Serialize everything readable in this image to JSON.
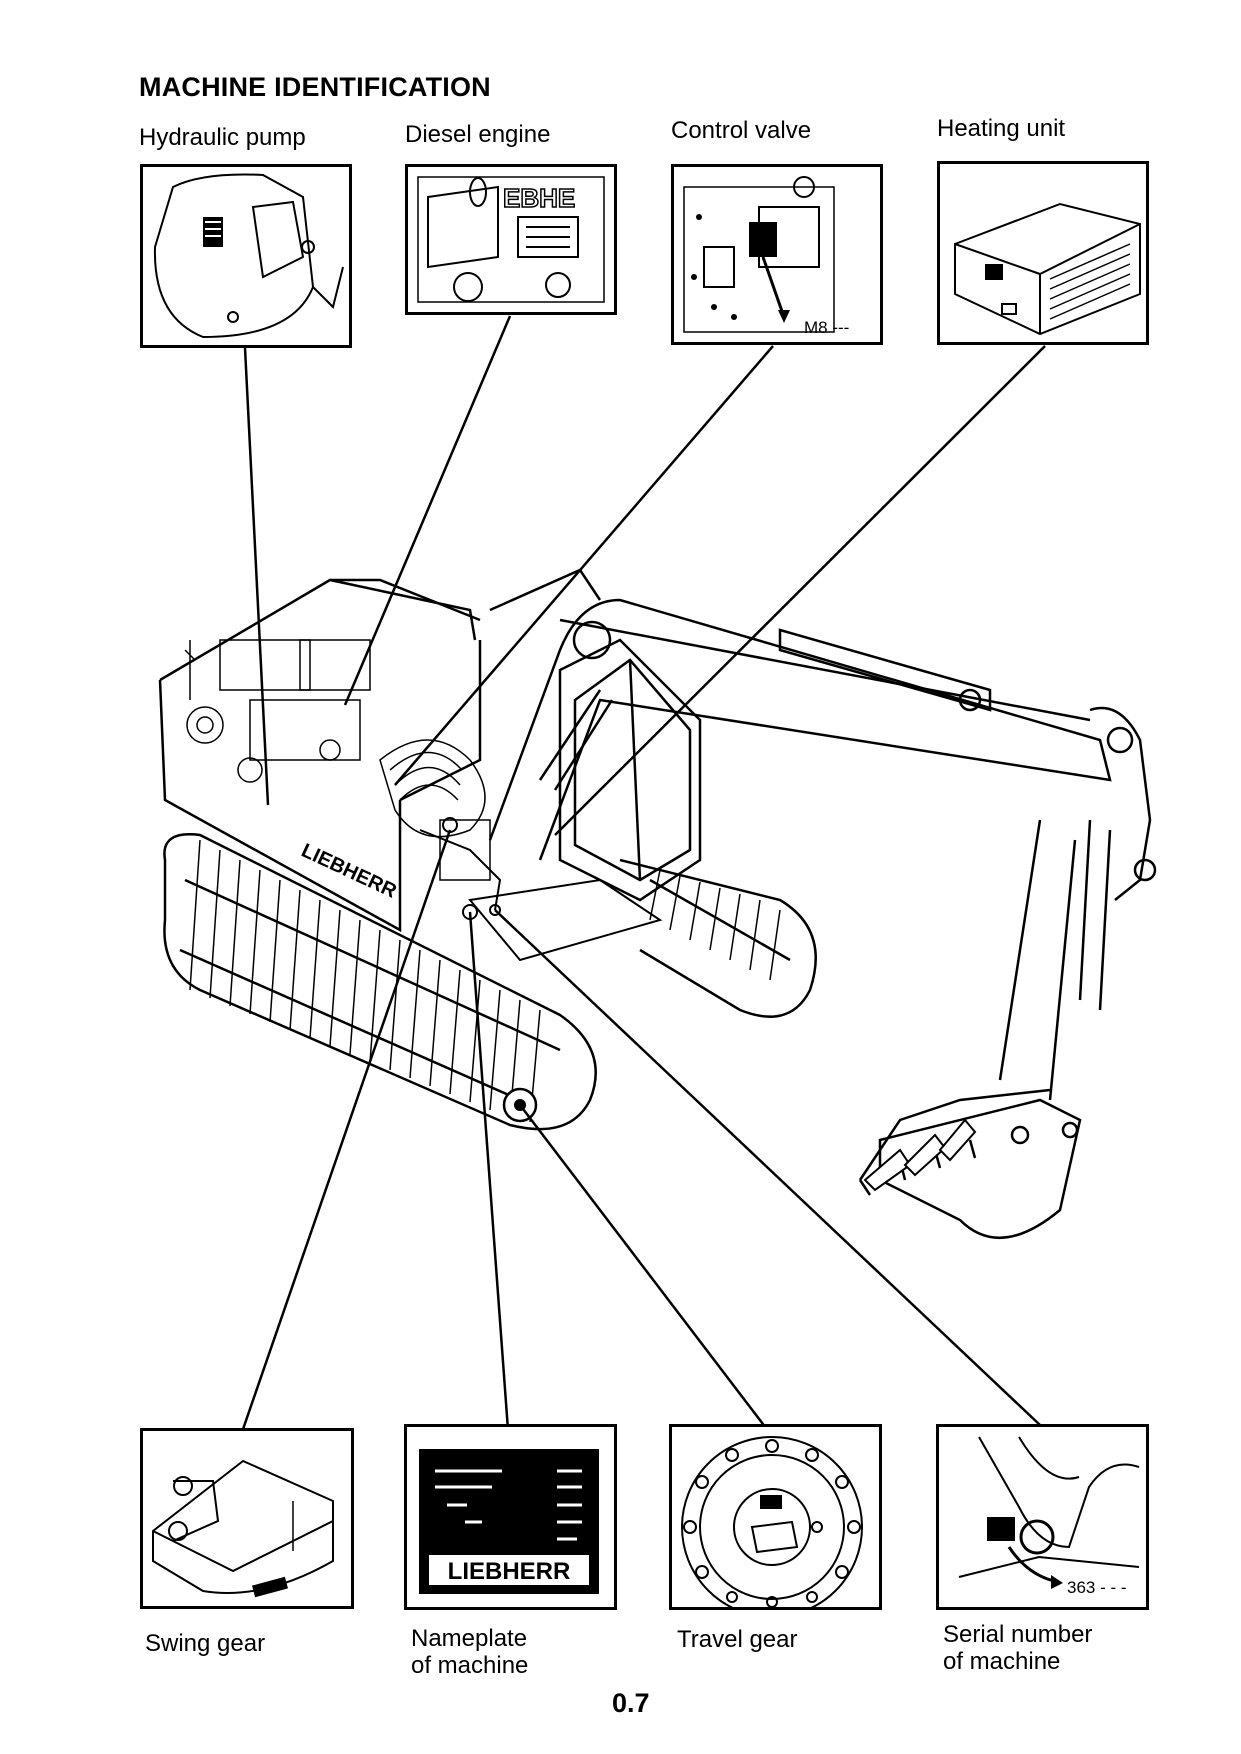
{
  "page": {
    "title": "MACHINE IDENTIFICATION",
    "page_number": "0.7"
  },
  "top_labels": [
    {
      "label": "Hydraulic pump"
    },
    {
      "label": "Diesel engine"
    },
    {
      "label": "Control valve"
    },
    {
      "label": "Heating unit"
    }
  ],
  "bottom_labels": [
    {
      "line1": "Swing gear",
      "line2": ""
    },
    {
      "line1": "Nameplate",
      "line2": "of machine"
    },
    {
      "line1": "Travel gear",
      "line2": ""
    },
    {
      "line1": "Serial number",
      "line2": "of machine"
    }
  ],
  "callouts": {
    "control_valve": "M8 ---",
    "serial_number": "363 - - -"
  },
  "logo_text": "LIEBHERR"
}
